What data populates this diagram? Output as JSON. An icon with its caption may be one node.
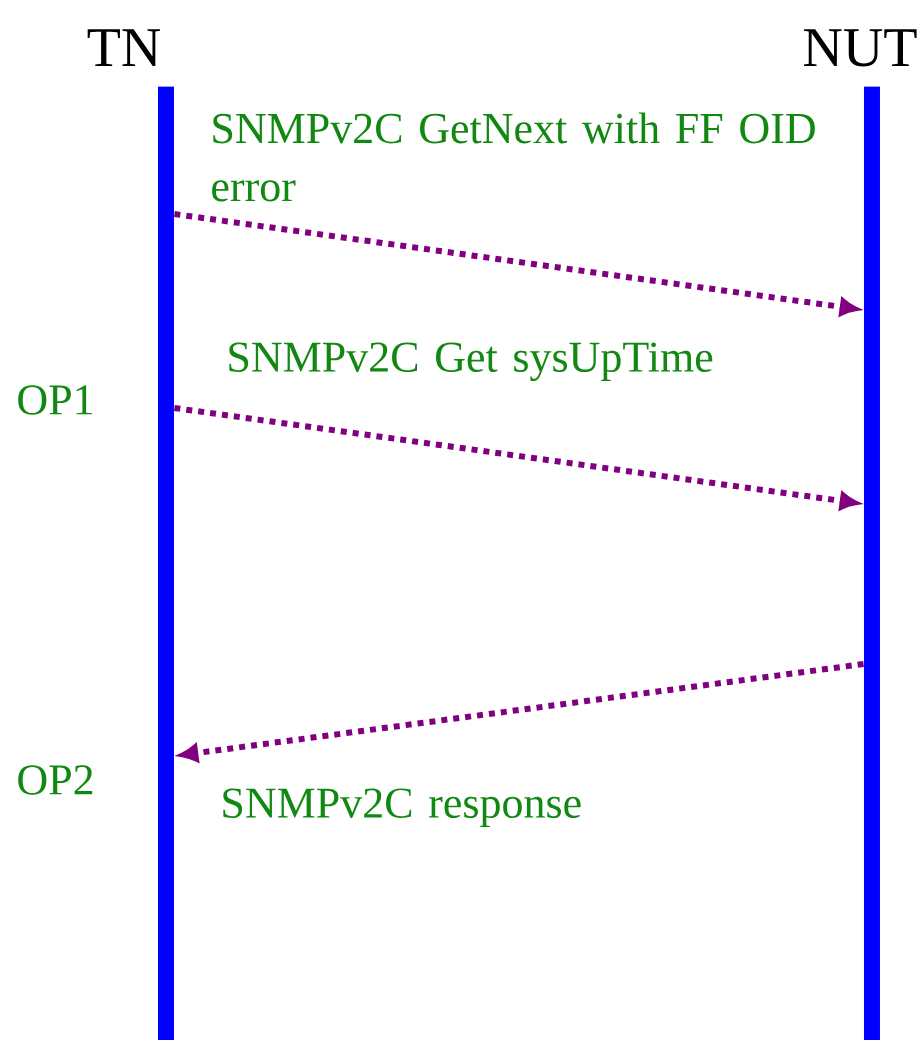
{
  "diagram": {
    "nodes": [
      {
        "text": [
          "TN"
        ]
      },
      {
        "text": [
          "NUT"
        ]
      }
    ],
    "edges": [
      {
        "from": 0,
        "to": 1,
        "arrow": "to",
        "label": "SNMPv2C GetNext with FF OID error"
      },
      {
        "from": 0,
        "to": 1,
        "arrow": "to",
        "label": "SNMPv2C Get sysUpTime"
      },
      {
        "from": 1,
        "to": 0,
        "arrow": "to",
        "label": "SNMPv2C response"
      }
    ],
    "labels": [
      "OP1",
      "OP2"
    ]
  }
}
